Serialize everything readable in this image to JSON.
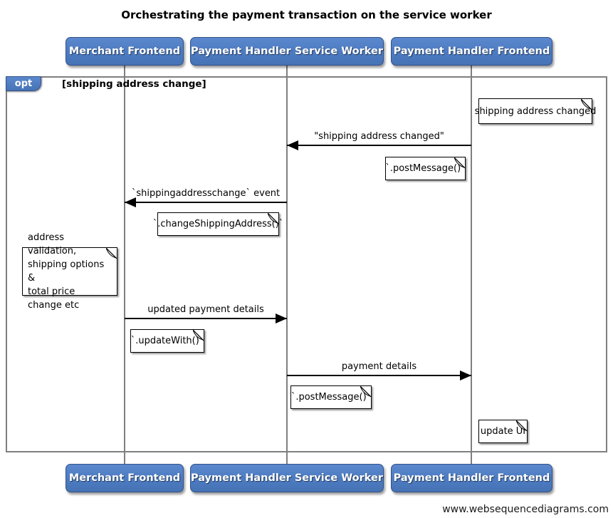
{
  "title": "Orchestrating the payment transaction on the service worker",
  "actors": [
    {
      "label": "Merchant Frontend"
    },
    {
      "label": "Payment Handler Service Worker"
    },
    {
      "label": "Payment Handler Frontend"
    }
  ],
  "fragment": {
    "operator": "opt",
    "guard": "[shipping address change]"
  },
  "messages": [
    {
      "label": "\"shipping address changed\"",
      "from": "Payment Handler Frontend",
      "to": "Payment Handler Service Worker"
    },
    {
      "label": "`shippingaddresschange` event",
      "from": "Payment Handler Service Worker",
      "to": "Merchant Frontend"
    },
    {
      "label": "updated payment details",
      "from": "Merchant Frontend",
      "to": "Payment Handler Service Worker"
    },
    {
      "label": "payment details",
      "from": "Payment Handler Service Worker",
      "to": "Payment Handler Frontend"
    }
  ],
  "notes": [
    {
      "text": "shipping address changed",
      "position": "right of Payment Handler Frontend"
    },
    {
      "text": "`.postMessage()`",
      "position": "left of Payment Handler Frontend"
    },
    {
      "text": "`.changeShippingAddress()`",
      "position": "right of Merchant Frontend"
    },
    {
      "lines": [
        "address validation,",
        "shipping options &",
        "total price change etc"
      ],
      "position": "left of Merchant Frontend"
    },
    {
      "text": "`.updateWith()`",
      "position": "right of Merchant Frontend"
    },
    {
      "text": "`.postMessage()`",
      "position": "right of Payment Handler Service Worker"
    },
    {
      "text": "update UI",
      "position": "right of Payment Handler Frontend"
    }
  ],
  "footer": "www.websequencediagrams.com",
  "colors": {
    "background": "#FFFFFF",
    "actor_fill": "#4D7BC1",
    "actor_fill_top": "#5B88CD",
    "actor_border": "#34518A",
    "actor_text": "#FFFFFF",
    "fragment_tab_fill": "#4D7BC1",
    "frame_border": "#7F7F7F",
    "lifeline": "#7F7F7F",
    "note_bg": "#FFFFFF",
    "note_border": "#000000",
    "arrow": "#000000"
  }
}
